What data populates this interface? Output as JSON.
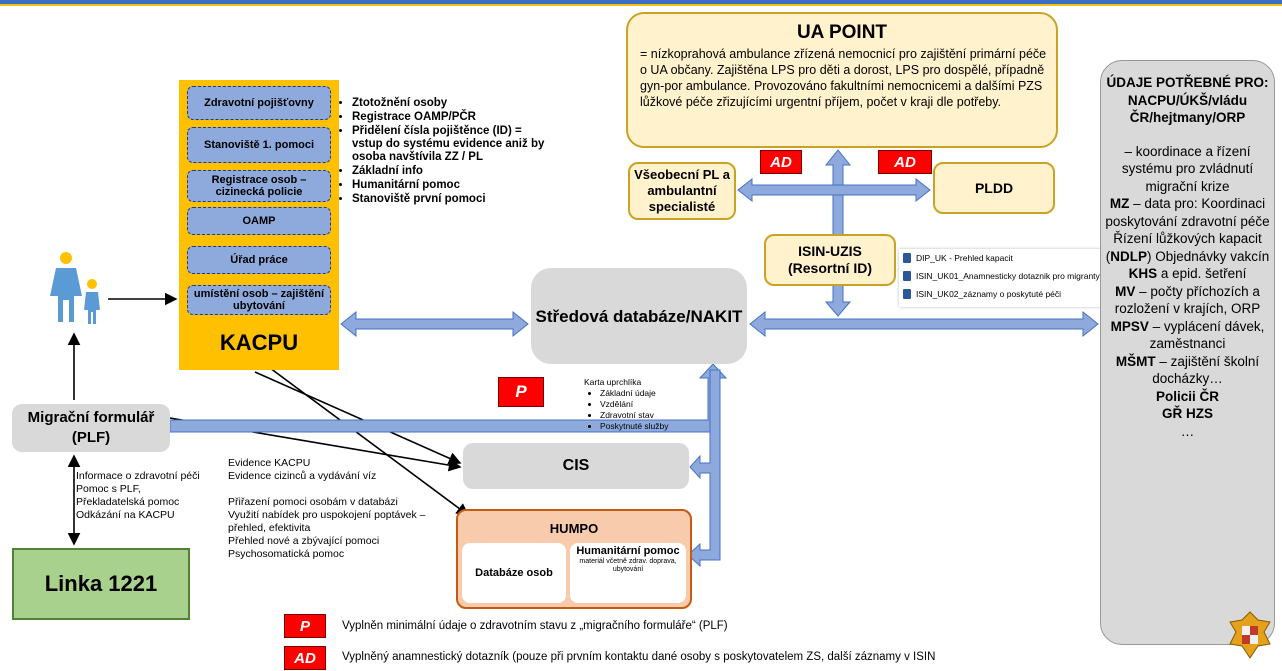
{
  "ua_point": {
    "title": "UA POINT",
    "text": "= nízkoprahová ambulance zřízená nemocnicí pro zajištění primární péče o UA občany. Zajištěna LPS pro děti a dorost, LPS pro dospělé, případně gyn-por ambulance. Provozováno fakultními nemocnicemi a dalšími PZS lůžkové péče zřizujícími urgentní příjem, počet v kraji dle potřeby."
  },
  "vseobecni_pl": "Všeobecní PL a ambulantní specialisté",
  "pldd": "PLDD",
  "ad_label": "AD",
  "p_label": "P",
  "isin": "ISIN-UZIS (Resortní ID)",
  "files": [
    "DIP_UK - Prehled kapacit",
    "ISIN_UK01_Anamnesticky dotaznik pro migranty",
    "ISIN_UK02_záznamy o poskytuté péči"
  ],
  "kacpu": {
    "title": "KACPU",
    "items": [
      "Zdravotní pojišťovny",
      "Stanoviště 1. pomoci",
      "Registrace osob – cizinecká policie",
      "OAMP",
      "Úřad práce",
      "umístění osob – zajištění ubytování"
    ]
  },
  "kacpu_bullets": [
    "Ztotožnění osoby",
    "Registrace OAMP/PČR",
    "Přidělení čísla pojištěnce (ID) = vstup do systému evidence aniž by osoba navštívila ZZ / PL",
    "Základní info",
    "Humanitární pomoc",
    "Stanoviště první pomoci"
  ],
  "central_db": "Středová databáze/NAKIT",
  "karta": {
    "title": "Karta uprchlíka",
    "items": [
      "Základní údaje",
      "Vzdělání",
      "Zdravotní stav",
      "Poskytnuté služby"
    ]
  },
  "migracni_formular": "Migrační formulář (PLF)",
  "cis": "CIS",
  "evidence_text": [
    "Evidence KACPU",
    "Evidence cizinců a vydávání víz",
    "",
    "Přiřazení pomoci osobám v databázi",
    "Využití nabídek pro uspokojení poptávek – přehled, efektivita",
    "Přehled nové a zbývající pomoci",
    "Psychosomatická pomoc"
  ],
  "humpo": {
    "title": "HUMPO",
    "databaze": "Databáze osob",
    "pomoc_title": "Humanitární pomoc",
    "pomoc_sub": "materiál včetně zdrav. doprava, ubytování"
  },
  "info_text": [
    "Informace o zdravotní péči",
    "Pomoc s PLF,",
    "Překladatelská pomoc",
    "Odkázání na KACPU"
  ],
  "linka": "Linka 1221",
  "udaje": {
    "title": "ÚDAJE POTŘEBNÉ PRO:",
    "subtitle": "NACPU/ÚKŠ/vládu ČR/hejtmany/ORP",
    "intro": "– koordinace a řízení systému pro zvládnutí migrační krize",
    "mz_label": "MZ",
    "mz_text": " – data pro: Koordinaci poskytování zdravotní péče Řízení  lůžkových kapacit (",
    "ndlp": "NDLP",
    "mz_text2": ") Objednávky vakcín",
    "khs_label": "KHS",
    "khs_text": " a epid. šetření",
    "mv_label": "MV",
    "mv_text": " – počty příchozích a rozložení v krajích, ORP",
    "mpsv_label": "MPSV",
    "mpsv_text": " – vyplácení dávek, zaměstnanci",
    "msmt_label": "MŠMT",
    "msmt_text": " – zajištění školní docházky…",
    "policie": "Policii ČR",
    "hzs": "GŘ HZS",
    "ellipsis": "…"
  },
  "legend": {
    "p_text": "Vyplněn minimální údaje o zdravotním stavu z „migračního formuláře“ (PLF)",
    "ad_text": "Vyplněný anamnestický dotazník (pouze při prvním kontaktu dané osoby s poskytovatelem ZS, další záznamy v ISIN"
  },
  "colors": {
    "kacpu": "#ffc000",
    "kacpu_item": "#8ea9db",
    "ua_fill": "#fff2cc",
    "grey_box": "#d9d9d9",
    "humpo": "#f8cbad",
    "linka": "#a9d18e",
    "badge_red": "#ff0000",
    "arrow_blue": "#8ea9db"
  }
}
